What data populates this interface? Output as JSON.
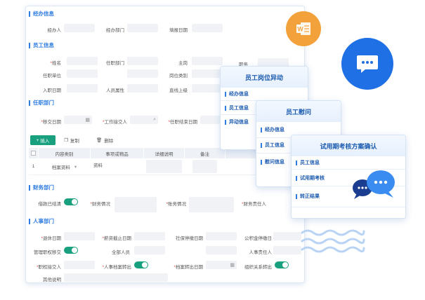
{
  "main": {
    "sections": {
      "operator": "经办信息",
      "employee": "员工信息",
      "department": "任职部门",
      "finance": "财务部门",
      "hr": "人事部门"
    },
    "operator_fields": {
      "handler": "经办人",
      "handler_dept": "经办部门",
      "fill_date": "填报日期"
    },
    "employee_fields": {
      "name": "姓名",
      "dept": "任职部门",
      "position": "主岗",
      "title": "职务",
      "unit": "任职单位",
      "post_type": "岗位类别",
      "entry_date": "入职日期",
      "person_attr": "人员属性",
      "superior": "直线上级"
    },
    "department_fields": {
      "transfer_date": "移交日期",
      "receiver": "工作接交人",
      "end_date": "任职结束日期"
    },
    "toolbar": {
      "add": "插入",
      "copy": "复制",
      "delete": "删除"
    },
    "table": {
      "headers": [
        "内容类别",
        "事项或物品",
        "详细说明",
        "备注"
      ],
      "rows": [
        {
          "index": "1",
          "category": "档案资料",
          "item": "资料"
        }
      ]
    },
    "finance_fields": {
      "loan_cleared": "借款已结清",
      "finance_status": "财务情况",
      "account_status": "账务情况",
      "finance_owner": "财务责任人"
    },
    "hr_fields": {
      "resign_date": "退休日期",
      "salary_end": "薪资截止日期",
      "social_end": "社保停缴日期",
      "fund_end": "公积金停缴日",
      "manage_transfer": "管理职权移交",
      "all_staff": "全部人员",
      "hr_owner": "人事责任人",
      "duty_receiver": "职权接交人",
      "archive_out": "人事档案转出",
      "archive_date": "档案转出日期",
      "org_transfer": "组织关系转出",
      "other": "其他说明"
    }
  },
  "cards": {
    "transfer": {
      "title": "员工岗位异动",
      "items": [
        "经办信息",
        "员工信息",
        "异动信息"
      ]
    },
    "condolence": {
      "title": "员工慰问",
      "items": [
        "经办信息",
        "员工信息",
        "慰问信息"
      ]
    },
    "probation": {
      "title": "试用期考核方案确认",
      "items": [
        "员工信息",
        "试用期考核",
        "转正结果"
      ]
    }
  },
  "badges": {
    "word": "W",
    "chat": "···"
  },
  "colors": {
    "accent": "#2f7de1",
    "toggle_on": "#19a07e",
    "word_badge": "#f3a23b",
    "chat_badge": "#1f6fe5"
  }
}
